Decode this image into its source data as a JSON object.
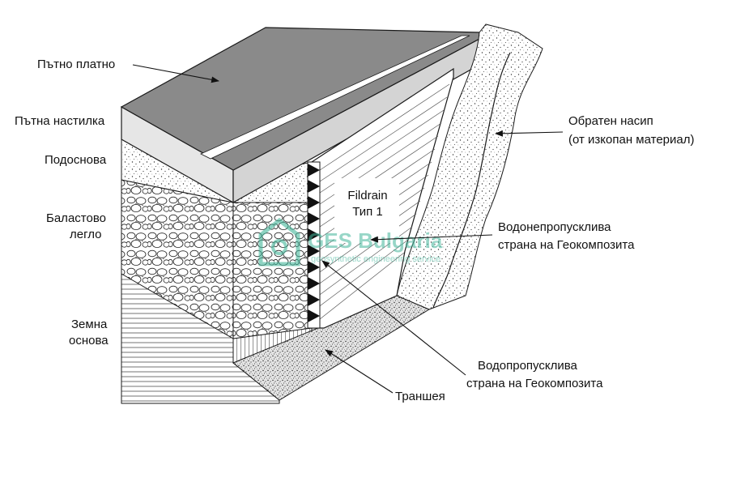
{
  "labels": {
    "road_surface": "Пътно платно",
    "pavement": "Пътна настилка",
    "subbase": "Подоснова",
    "ballast_1": "Баластово",
    "ballast_2": "легло",
    "ground_1": "Земна",
    "ground_2": "основа",
    "backfill_1": "Обратен насип",
    "backfill_2": "(от изкопан материал)",
    "product_1": "Fildrain",
    "product_2": "Тип 1",
    "impermeable_1": "Водонепропусклива",
    "impermeable_2": "страна на Геокомпозита",
    "permeable_1": "Водопропусклива",
    "permeable_2": "страна на Геокомпозита",
    "trench": "Траншея"
  },
  "watermark": {
    "brand": "GES Bulgaria",
    "tagline": "geosynthetic engineering service"
  },
  "colors": {
    "asphalt": "#8a8a8a",
    "asphalt_side": "#c8c8c8",
    "stroke": "#1a1a1a",
    "geocomposite": "#ffffff",
    "watermark": "#43b59a"
  }
}
